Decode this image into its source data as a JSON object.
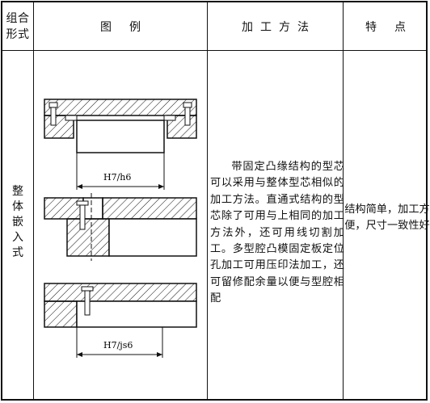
{
  "table": {
    "headers": {
      "combo_line1": "组合",
      "combo_line2": "形式",
      "figure": "图例",
      "method": "加工方法",
      "features": "特点"
    },
    "row": {
      "combo_chars": [
        "整",
        "体",
        "嵌",
        "入",
        "式"
      ],
      "dim_labels": [
        "H7/h6",
        "H7/js6"
      ],
      "method_text": "带固定凸缘结构的型芯可以采用与整体型芯相似的加工方法。直通式结构的型芯除了可用与上相同的加工方法外，还可用线切割加工。多型腔凸模固定板定位孔加工可用压印法加工，还可留修配余量以便与型腔相配",
      "features_text": "结构简单，加工方便，尺寸一致性好"
    }
  }
}
